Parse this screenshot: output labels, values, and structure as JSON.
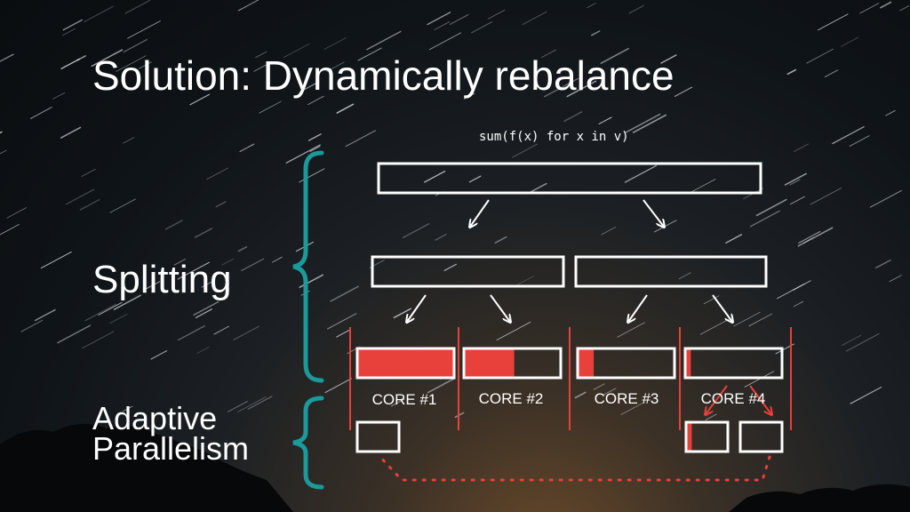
{
  "slide": {
    "title": "Solution: Dynamically rebalance",
    "code": "sum(f(x) for x in v)",
    "labels": {
      "splitting": "Splitting",
      "adaptive": "Adaptive Parallelism"
    },
    "cores": [
      {
        "label": "CORE #1",
        "progress": 1.0
      },
      {
        "label": "CORE #2",
        "progress": 0.52
      },
      {
        "label": "CORE #3",
        "progress": 0.16
      },
      {
        "label": "CORE #4",
        "progress": 0.05
      }
    ],
    "stolen_chunk_progress": 0.12
  },
  "colors": {
    "accent_red": "#e8403a",
    "brace_teal": "#1a9a9a",
    "box_outline": "#ffffff"
  },
  "icons": [
    "down-left-arrow-icon",
    "down-right-arrow-icon"
  ]
}
